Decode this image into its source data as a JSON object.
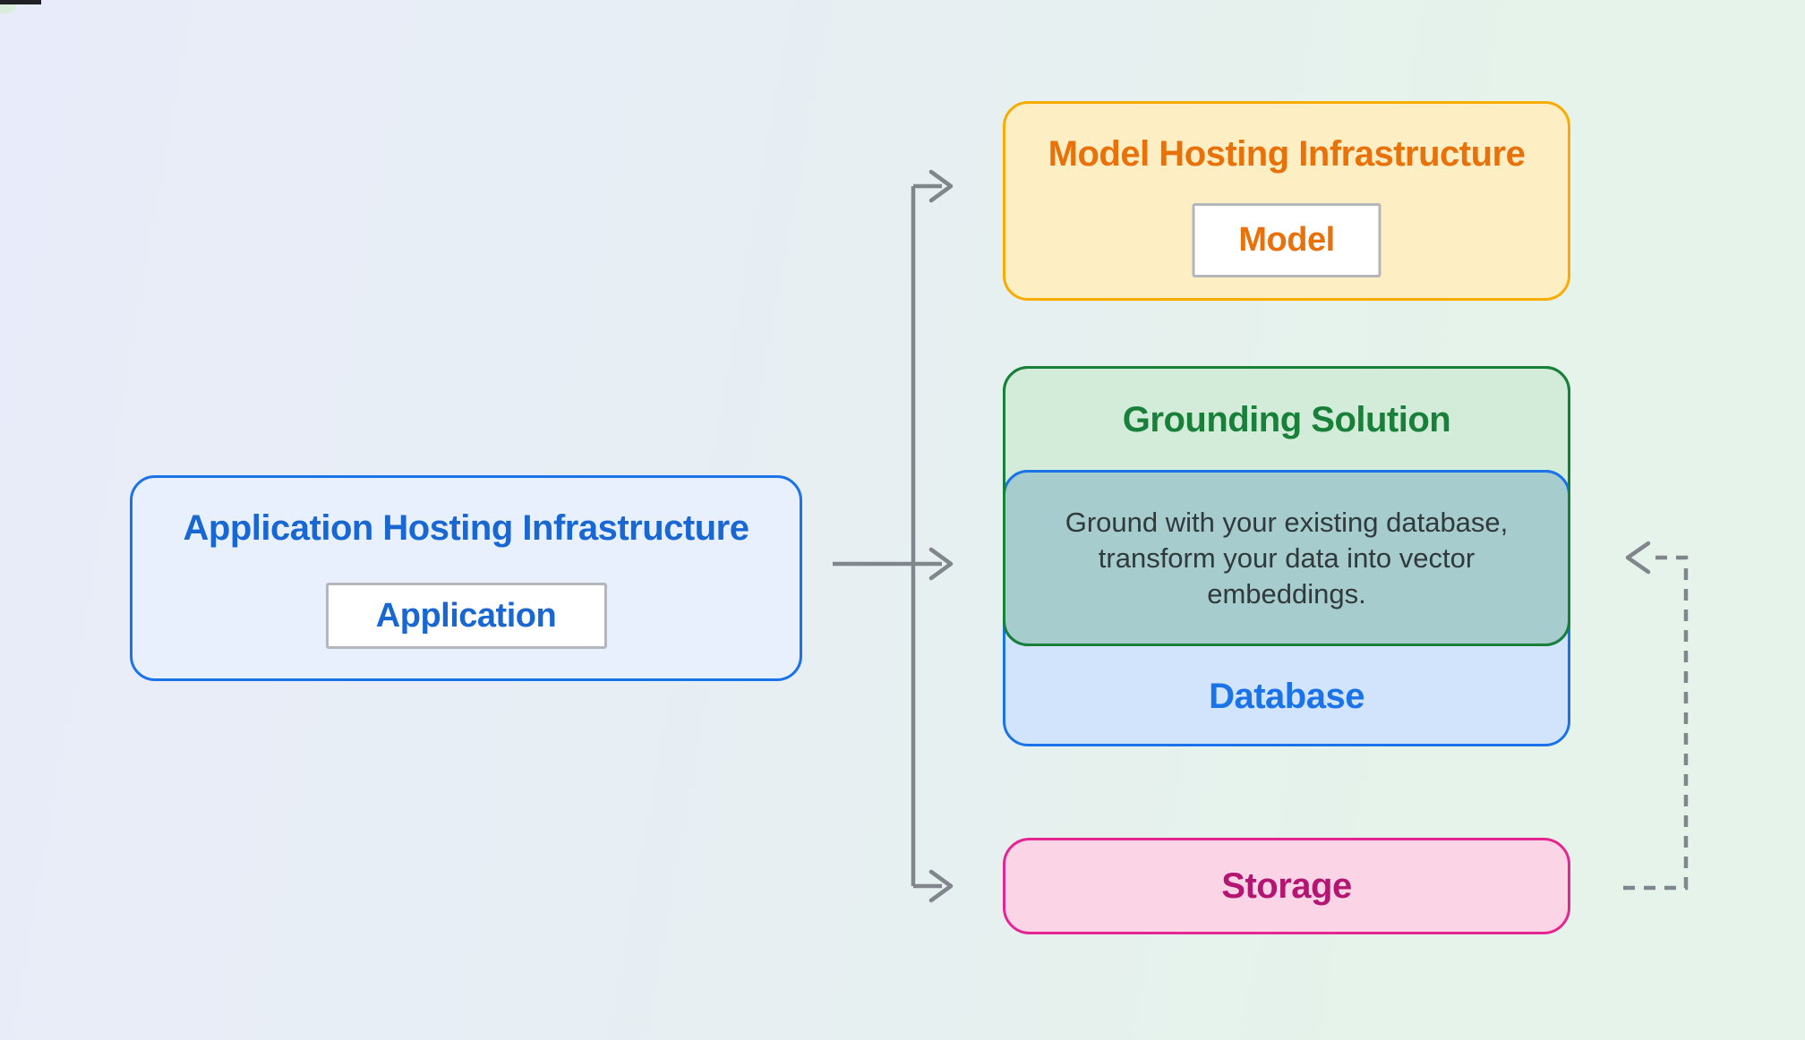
{
  "diagram": {
    "app_box": {
      "title": "Application Hosting Infrastructure",
      "chip": "Application"
    },
    "model_box": {
      "title": "Model Hosting Infrastructure",
      "chip": "Model"
    },
    "grounding_box": {
      "title": "Grounding Solution",
      "note": "Ground with your existing database, transform your data into vector embeddings.",
      "database_label": "Database"
    },
    "storage_box": {
      "label": "Storage"
    }
  },
  "theme": {
    "blue_border": "#1a73e8",
    "blue_text": "#1967d2",
    "app_fill": "#e8f0fe",
    "db_fill": "#d2e3fc",
    "teal_fill": "#a6cccd",
    "note_text": "#30393c",
    "green_border": "#188038",
    "green_text": "#188038",
    "green_fill": "#d2ecd9",
    "yellow_border": "#f9ab00",
    "yellow_fill": "#fdeec3",
    "orange_text": "#e8710a",
    "pink_border": "#e52592",
    "pink_fill": "#fbd4e6",
    "pink_text": "#b31672",
    "arrow_gray": "#80868b",
    "chip_border": "#b3b6ba",
    "chip_bg": "#ffffff",
    "bg_left": "#e8ecfa",
    "bg_mid": "#e7eff2",
    "bg_right": "#e5f3ea",
    "corner_dark": "#202124",
    "corner_green": "#d9edda"
  }
}
